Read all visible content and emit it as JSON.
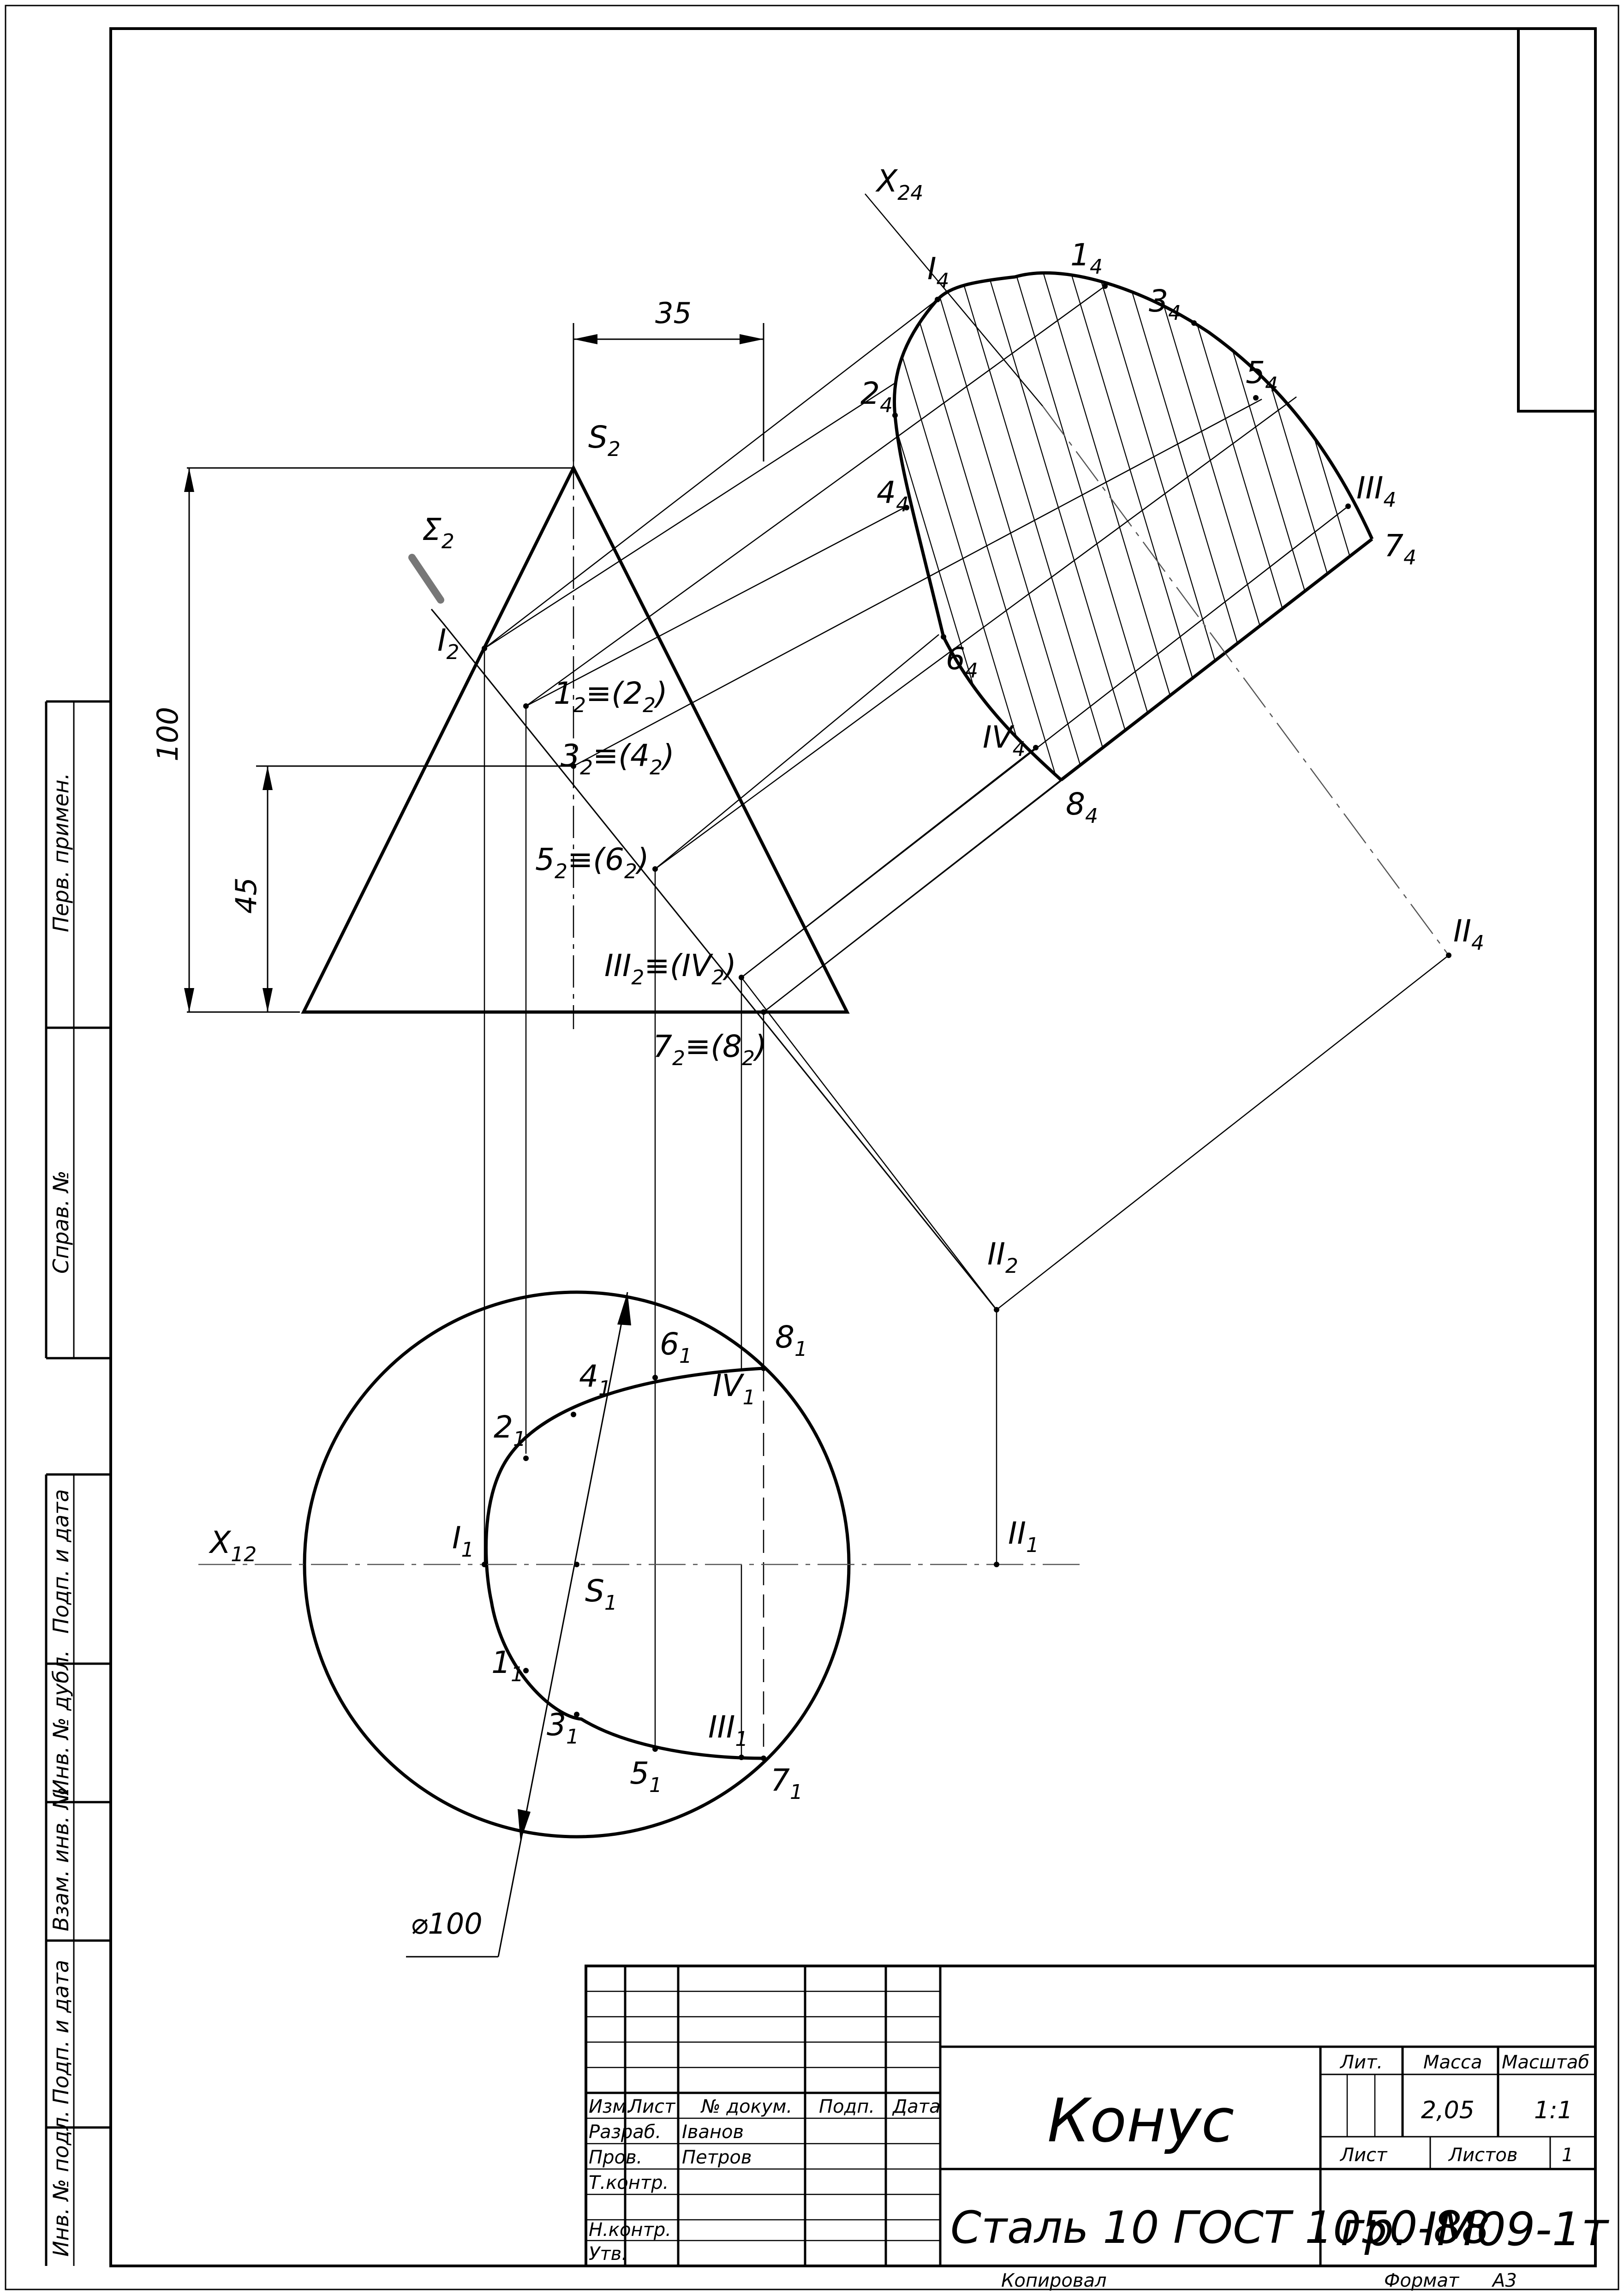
{
  "labels": {
    "x24": "X",
    "x24_sub": "24",
    "x12": "X",
    "x12_sub": "12",
    "sigma": "Σ",
    "sigma_sub": "2",
    "S2": "S",
    "S2_sub": "2",
    "S1": "S",
    "S1_sub": "1",
    "I2": "I",
    "I2_sub": "2",
    "p12": "1",
    "p12_sub": "2",
    "p12_rest": "≡(2",
    "p12_rest_sub": "2",
    "p12_close": ")",
    "p32": "3",
    "p32_sub": "2",
    "p32_rest": "≡(4",
    "p32_rest_sub": "2",
    "p32_close": ")",
    "p52": "5",
    "p52_sub": "2",
    "p52_rest": "≡(6",
    "p52_rest_sub": "2",
    "p52_close": ")",
    "pIII2": "III",
    "pIII2_sub": "2",
    "pIII2_rest": "≡(IV",
    "pIII2_rest_sub": "2",
    "pIII2_close": ")",
    "p72": "7",
    "p72_sub": "2",
    "p72_rest": "≡(8",
    "p72_rest_sub": "2",
    "p72_close": ")",
    "II2": "II",
    "II2_sub": "2",
    "II1": "II",
    "II1_sub": "1",
    "I1": "I",
    "I1_sub": "1",
    "p11": "1",
    "p11_sub": "1",
    "p21": "2",
    "p21_sub": "1",
    "p31": "3",
    "p31_sub": "1",
    "p41": "4",
    "p41_sub": "1",
    "p51": "5",
    "p51_sub": "1",
    "p61": "6",
    "p61_sub": "1",
    "p71": "7",
    "p71_sub": "1",
    "p81": "8",
    "p81_sub": "1",
    "III1": "III",
    "III1_sub": "1",
    "IV1": "IV",
    "IV1_sub": "1",
    "I4": "I",
    "I4_sub": "4",
    "p14": "1",
    "p14_sub": "4",
    "p24": "2",
    "p24_sub": "4",
    "p34": "3",
    "p34_sub": "4",
    "p44": "4",
    "p44_sub": "4",
    "p54": "5",
    "p54_sub": "4",
    "p64": "6",
    "p64_sub": "4",
    "p74": "7",
    "p74_sub": "4",
    "p84": "8",
    "p84_sub": "4",
    "III4": "III",
    "III4_sub": "4",
    "IV4": "IV",
    "IV4_sub": "4",
    "II4": "II",
    "II4_sub": "4"
  },
  "dimensions": {
    "d35": "35",
    "d100": "100",
    "d45": "45",
    "diameter": "⌀100"
  },
  "side_panel": {
    "perv_primen": "Перв. примен.",
    "sprav_no": "Справ. №",
    "podp_data_1": "Подп. и дата",
    "inv_dubl": "Инв. № дубл.",
    "vzam_inv": "Взам. инв. №",
    "podp_data_2": "Подп. и дата",
    "inv_podl": "Инв. № подл."
  },
  "title_block": {
    "izm": "Изм.",
    "list": "Лист",
    "no_dokum": "№ докум.",
    "podp": "Подп.",
    "data": "Дата",
    "razrab": "Разраб.",
    "razrab_name": "Іванов",
    "prov": "Пров.",
    "prov_name": "Петров",
    "t_kontr": "Т.контр.",
    "n_kontr": "Н.контр.",
    "utv": "Утв.",
    "title": "Конус",
    "material": "Сталь 10  ГОСТ 1050-88",
    "lit": "Лит.",
    "massa": "Масса",
    "masshtab": "Масштаб",
    "massa_val": "2,05",
    "masshtab_val": "1:1",
    "list_label": "Лист",
    "listov_label": "Листов",
    "listov_val": "1",
    "group": "гр. ІМ09-1т",
    "kopiroval": "Копировал",
    "format_label": "Формат",
    "format_val": "А3"
  }
}
